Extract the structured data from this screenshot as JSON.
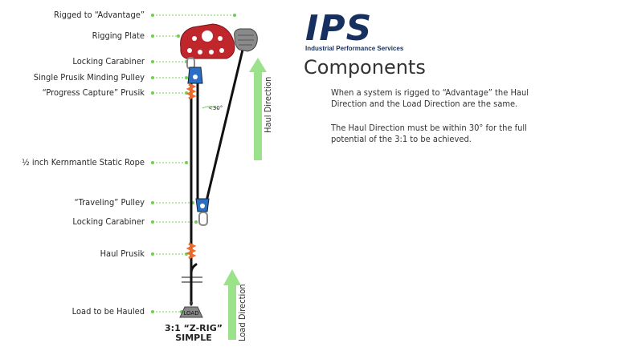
{
  "labels": {
    "rigged": "Rigged to “Advantage”",
    "rigging_plate": "Rigging Plate",
    "locking_carabiner_top": "Locking Carabiner",
    "minding_pulley": "Single Prusik Minding Pulley",
    "progress_capture": "“Progress Capture” Prusik",
    "rope": "½ inch Kernmantle Static Rope",
    "traveling_pulley": "“Traveling” Pulley",
    "locking_carabiner_bottom": "Locking Carabiner",
    "haul_prusik": "Haul Prusik",
    "load": "Load to be Hauled"
  },
  "diagram": {
    "load_tag": "LOAD",
    "angle": "<30°",
    "haul_direction_top": "Haul Direction",
    "load_direction": "Load Direction",
    "caption_line1": "3:1 “Z-RIG”",
    "caption_line2": "SIMPLE"
  },
  "logo": {
    "name": "IPS",
    "subtitle": "Industrial Performance Services"
  },
  "content": {
    "title": "Components",
    "paragraph1": "When a system is rigged to “Advantage” the Haul Direction and the Load Direction are the same.",
    "paragraph2": "The Haul Direction must be within 30° for the full potential of the 3:1 to be achieved."
  },
  "colors": {
    "leader": "#6fcf4f",
    "arrow": "#9be28a",
    "plate": "#c0272d",
    "pulley": "#2a6fc4",
    "prusik": "#f06a28",
    "brand": "#17305f"
  }
}
